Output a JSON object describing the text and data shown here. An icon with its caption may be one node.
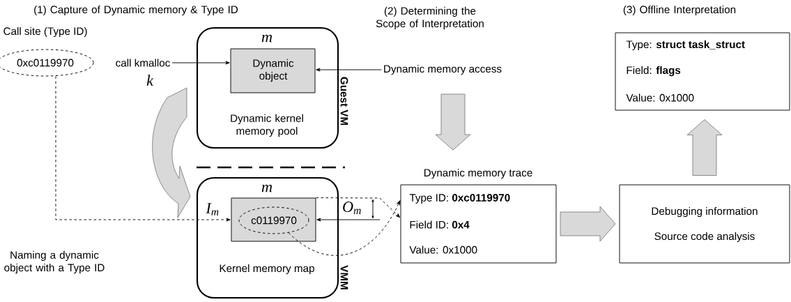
{
  "diagram": {
    "nodes": [
      {
        "text": [
          "0xc0119970"
        ],
        "beside": [
          "Call site (Type ID)"
        ]
      },
      {
        "text": [
          "call kmalloc"
        ]
      },
      {
        "text": [
          "Dynamic kernel memory pool",
          "Guest VM"
        ]
      },
      {
        "text": [
          "Dynamic object"
        ],
        "in": 2
      },
      {
        "text": [
          "Dynamic memory access"
        ]
      },
      {
        "text": [
          "Kernel memory map",
          "VMM"
        ]
      },
      {
        "text": [],
        "shape": "box",
        "in": 5
      },
      {
        "text": [
          "c0119970"
        ],
        "in": 6
      },
      {
        "text": [
          "Dynamic memory trace",
          "Type ID: **0xc0119970**",
          "Field ID: **0x4**",
          "Value: 0x1000"
        ]
      },
      {
        "text": [
          "Debugging information",
          "Source code analysis"
        ]
      },
      {
        "text": [
          "Type: **struct task_struct**",
          "Field: **flags**",
          "Value: 0x1000"
        ]
      }
    ],
    "edges": [
      {
        "from": 1,
        "to": 3,
        "arrow": "to"
      },
      {
        "from": 4,
        "to": 3,
        "arrow": "to"
      },
      {
        "from": 0,
        "to": 6,
        "arrow": "to",
        "style": "dashed",
        "label": "Naming a dynamic object with a Type ID"
      },
      {
        "from": null,
        "to": 6,
        "arrow": "to"
      },
      {
        "from": 6,
        "to": 8,
        "arrow": "to",
        "style": "dashed"
      },
      {
        "from": 7,
        "to": 8,
        "arrow": "to",
        "style": "dashed"
      },
      {
        "from": 2,
        "to": 5,
        "arrow": "to",
        "style": "thick",
        "color": "#d9d9d9"
      },
      {
        "from": 4,
        "to": 8,
        "arrow": "to",
        "style": "thick",
        "color": "#d9d9d9"
      },
      {
        "from": 8,
        "to": 9,
        "arrow": "to",
        "style": "thick",
        "color": "#d9d9d9"
      },
      {
        "from": 9,
        "to": 10,
        "arrow": "to",
        "style": "thick",
        "color": "#d9d9d9"
      }
    ],
    "labels": [
      "(1) Capture of Dynamic memory & Type ID",
      "(2) Determining the Scope of Interpretation",
      "(3) Offline Interpretation",
      "m",
      "k",
      "m",
      "I$_{m}$",
      "O$_{m}$"
    ]
  }
}
